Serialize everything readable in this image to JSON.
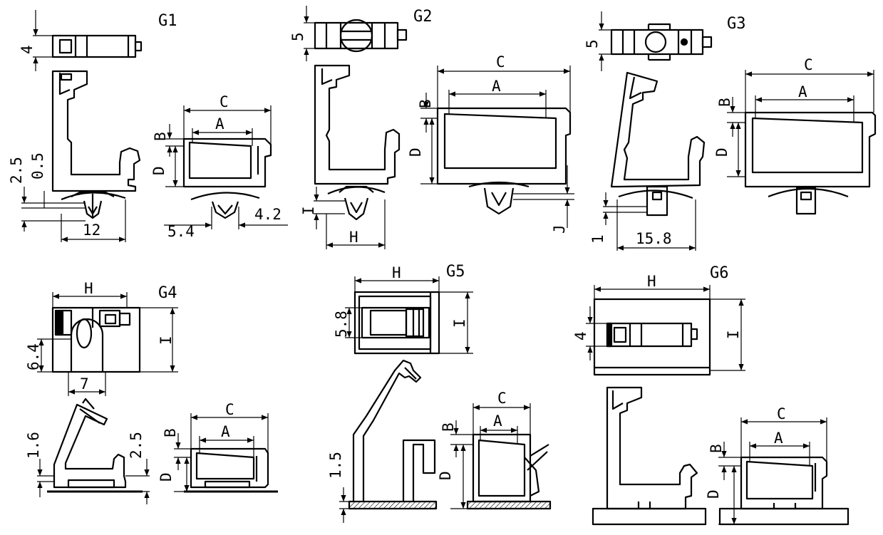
{
  "groups": [
    {
      "id": "G1",
      "dims": {
        "t4": "4",
        "t25": "2.5",
        "t05": "0.5",
        "t12": "12",
        "tC": "C",
        "tA": "A",
        "tB": "B",
        "tD": "D",
        "t54": "5.4",
        "t42": "4.2"
      }
    },
    {
      "id": "G2",
      "dims": {
        "t5": "5",
        "tC": "C",
        "tA": "A",
        "tB": "B",
        "tD": "D",
        "tI": "I",
        "tH": "H",
        "tJ": "J"
      }
    },
    {
      "id": "G3",
      "dims": {
        "t5": "5",
        "tC": "C",
        "tA": "A",
        "tB": "B",
        "tD": "D",
        "t1": "1",
        "t158": "15.8"
      }
    },
    {
      "id": "G4",
      "dims": {
        "tH": "H",
        "tI": "I",
        "t64": "6.4",
        "t7": "7",
        "t16": "1.6",
        "t25": "2.5",
        "tC": "C",
        "tA": "A",
        "tB": "B",
        "tD": "D"
      }
    },
    {
      "id": "G5",
      "dims": {
        "tH": "H",
        "tI": "I",
        "t58": "5.8",
        "t15": "1.5",
        "tC": "C",
        "tA": "A",
        "tB": "B",
        "tD": "D"
      }
    },
    {
      "id": "G6",
      "dims": {
        "tH": "H",
        "tI": "I",
        "t4": "4",
        "tC": "C",
        "tA": "A",
        "tB": "B",
        "tD": "D"
      }
    }
  ]
}
